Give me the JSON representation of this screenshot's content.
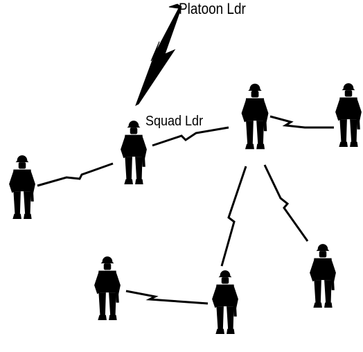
{
  "labels": {
    "platoon_leader": "Platoon Ldr",
    "squad_leader": "Squad Ldr"
  },
  "colors": {
    "ink": "#000000",
    "background": "#ffffff"
  },
  "nodes": [
    {
      "id": "platoon-leader-radio",
      "label_ref": "platoon_leader"
    },
    {
      "id": "squad-leader",
      "label_ref": "squad_leader"
    },
    {
      "id": "left-soldier"
    },
    {
      "id": "team-leader"
    },
    {
      "id": "right-soldier"
    },
    {
      "id": "bottom-right-soldier"
    },
    {
      "id": "bottom-center-soldier"
    },
    {
      "id": "bottom-left-soldier"
    }
  ],
  "links": [
    {
      "from": "squad-leader",
      "to": "platoon-leader-radio"
    },
    {
      "from": "squad-leader",
      "to": "left-soldier"
    },
    {
      "from": "squad-leader",
      "to": "team-leader"
    },
    {
      "from": "team-leader",
      "to": "right-soldier"
    },
    {
      "from": "team-leader",
      "to": "bottom-center-soldier"
    },
    {
      "from": "team-leader",
      "to": "bottom-right-soldier"
    },
    {
      "from": "bottom-center-soldier",
      "to": "bottom-left-soldier"
    }
  ]
}
